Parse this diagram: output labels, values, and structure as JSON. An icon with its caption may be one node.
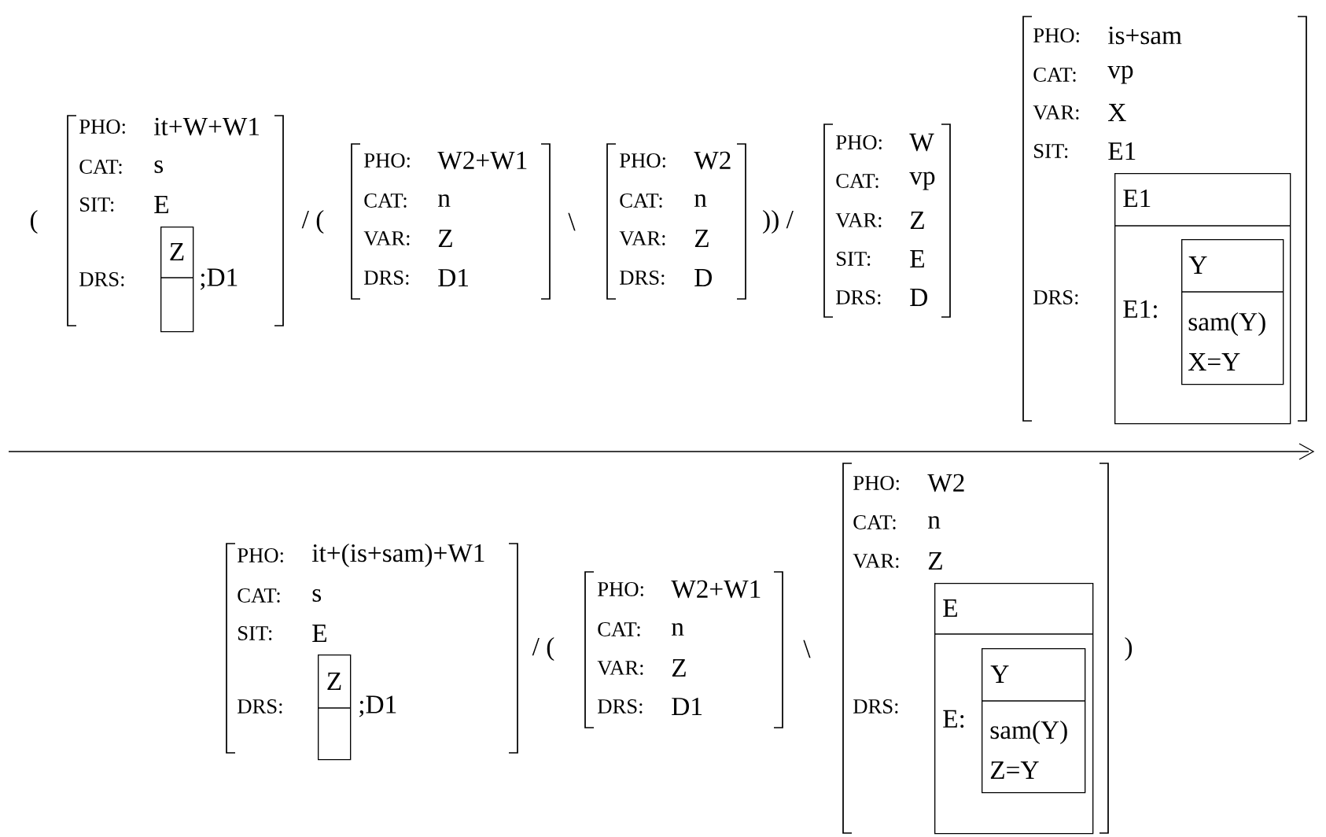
{
  "diagram": {
    "nodes": [
      {
        "text": [
          "PHO:",
          "it+W+W1",
          "CAT:",
          "s",
          "SIT:",
          "E",
          "DRS:",
          ";D1"
        ]
      },
      {
        "text": [
          "Z"
        ],
        "in": 0
      },
      {
        "text": [
          "PHO:",
          "W2+W1",
          "CAT:",
          "n",
          "VAR:",
          "Z",
          "DRS:",
          "D1"
        ]
      },
      {
        "text": [
          "PHO:",
          "W2",
          "CAT:",
          "n",
          "VAR:",
          "Z",
          "DRS:",
          "D"
        ]
      },
      {
        "text": [
          "PHO:",
          "W",
          "CAT:",
          "vp",
          "VAR:",
          "Z",
          "SIT:",
          "E",
          "DRS:",
          "D"
        ]
      },
      {
        "text": [
          "PHO:",
          "is+sam",
          "CAT:",
          "vp",
          "VAR:",
          "X",
          "SIT:",
          "E1",
          "DRS:"
        ]
      },
      {
        "text": [
          "E1",
          "E1:"
        ],
        "in": 5
      },
      {
        "text": [
          "Y",
          "sam(Y)",
          "X=Y"
        ],
        "in": 6
      },
      {
        "text": [
          "PHO:",
          "it+(is+sam)+W1",
          "CAT:",
          "s",
          "SIT:",
          "E",
          "DRS:",
          ";D1"
        ]
      },
      {
        "text": [
          "Z"
        ],
        "in": 8
      },
      {
        "text": [
          "PHO:",
          "W2+W1",
          "CAT:",
          "n",
          "VAR:",
          "Z",
          "DRS:",
          "D1"
        ]
      },
      {
        "text": [
          "PHO:",
          "W2",
          "CAT:",
          "n",
          "VAR:",
          "Z",
          "DRS:"
        ]
      },
      {
        "text": [
          "E",
          "E:"
        ],
        "in": 11
      },
      {
        "text": [
          "Y",
          "sam(Y)",
          "Z=Y"
        ],
        "in": 12
      }
    ],
    "labels": [
      "(",
      "/ (",
      "\\",
      ")) /",
      "/ (",
      "\\",
      ")"
    ]
  }
}
